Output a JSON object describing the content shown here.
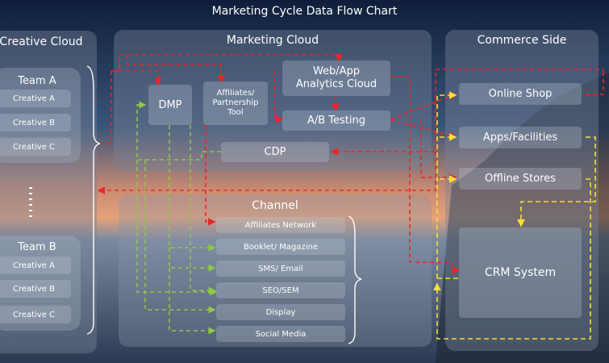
{
  "title": "Marketing Cycle Data Flow Chart",
  "creative_cloud": {
    "title": "Creative Cloud",
    "team_a": {
      "label": "Team A",
      "items": [
        "Creative A",
        "Creative B",
        "Creative C"
      ]
    },
    "team_b": {
      "label": "Team B",
      "items": [
        "Creative A",
        "Creative B",
        "Creative C"
      ]
    }
  },
  "marketing_cloud": {
    "title": "Marketing Cloud",
    "dmp": "DMP",
    "affiliates_tool": "Affiliates/\nPartnership\nTool",
    "analytics": "Web/App\nAnalytics Cloud",
    "ab_testing": "A/B Testing",
    "cdp": "CDP"
  },
  "channel": {
    "title": "Channel",
    "items": [
      "Affiliates Network",
      "Booklet/ Magazine",
      "SMS/ Email",
      "SEO/SEM",
      "Display",
      "Social Media"
    ]
  },
  "commerce": {
    "title": "Commerce Side",
    "online_shop": "Online Shop",
    "apps": "Apps/Facilities",
    "offline": "Offline Stores",
    "crm": "CRM System"
  },
  "colors": {
    "red_flow": "#e8262a",
    "yellow_flow": "#f5e03a",
    "green_flow": "#8fc94a"
  }
}
